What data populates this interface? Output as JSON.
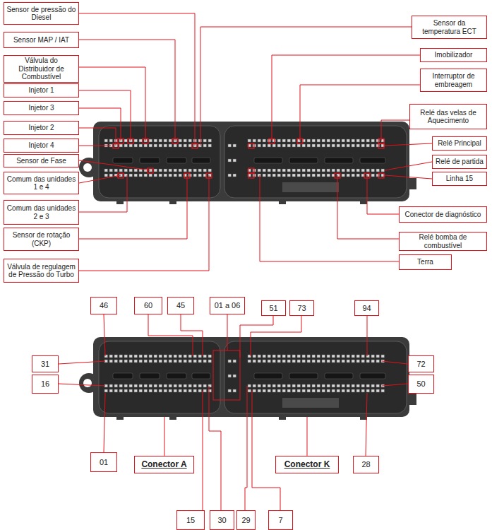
{
  "diagram": {
    "nodes": [
      {
        "text": [
          "Sensor de pressão do Diesel"
        ]
      },
      {
        "text": [
          "Sensor da temperatura ECT"
        ]
      },
      {
        "text": [
          "Sensor MAP / IAT"
        ]
      },
      {
        "text": [
          "Imobilizador"
        ]
      },
      {
        "text": [
          "Válvula do Distribuidor de Combustível"
        ]
      },
      {
        "text": [
          "Interruptor de embreagem"
        ]
      },
      {
        "text": [
          "Injetor 1"
        ]
      },
      {
        "text": [
          "Injetor 3"
        ]
      },
      {
        "text": [
          "Relé das velas de Aquecimento"
        ]
      },
      {
        "text": [
          "Injetor 2"
        ]
      },
      {
        "text": [
          "Relé Principal"
        ]
      },
      {
        "text": [
          "Injetor 4"
        ]
      },
      {
        "text": [
          "Sensor de Fase"
        ]
      },
      {
        "text": [
          "Relé de partida"
        ]
      },
      {
        "text": [
          "Comum das unidades 1 e 4"
        ]
      },
      {
        "text": [
          "Linha 15"
        ]
      },
      {
        "text": [
          "Comum das unidades 2 e 3"
        ]
      },
      {
        "text": [
          "Conector de diagnóstico"
        ]
      },
      {
        "text": [
          "Sensor de rotação (CKP)"
        ]
      },
      {
        "text": [
          "Relé bomba de combustível"
        ]
      },
      {
        "text": [
          "Terra"
        ]
      },
      {
        "text": [
          "Válvula de regulagem de Pressão do Turbo"
        ]
      },
      {
        "text": [
          "46"
        ]
      },
      {
        "text": [
          "60"
        ]
      },
      {
        "text": [
          "45"
        ]
      },
      {
        "text": [
          "01 a 06"
        ]
      },
      {
        "text": [
          "51"
        ]
      },
      {
        "text": [
          "73"
        ]
      },
      {
        "text": [
          "94"
        ]
      },
      {
        "text": [
          "31"
        ]
      },
      {
        "text": [
          "72"
        ]
      },
      {
        "text": [
          "16"
        ]
      },
      {
        "text": [
          "50"
        ]
      },
      {
        "text": [
          "01"
        ]
      },
      {
        "text": [
          "Conector A"
        ]
      },
      {
        "text": [
          "Conector K"
        ]
      },
      {
        "text": [
          "28"
        ]
      },
      {
        "text": [
          "15"
        ]
      },
      {
        "text": [
          "30"
        ]
      },
      {
        "text": [
          "29"
        ]
      },
      {
        "text": [
          "7"
        ]
      }
    ]
  }
}
